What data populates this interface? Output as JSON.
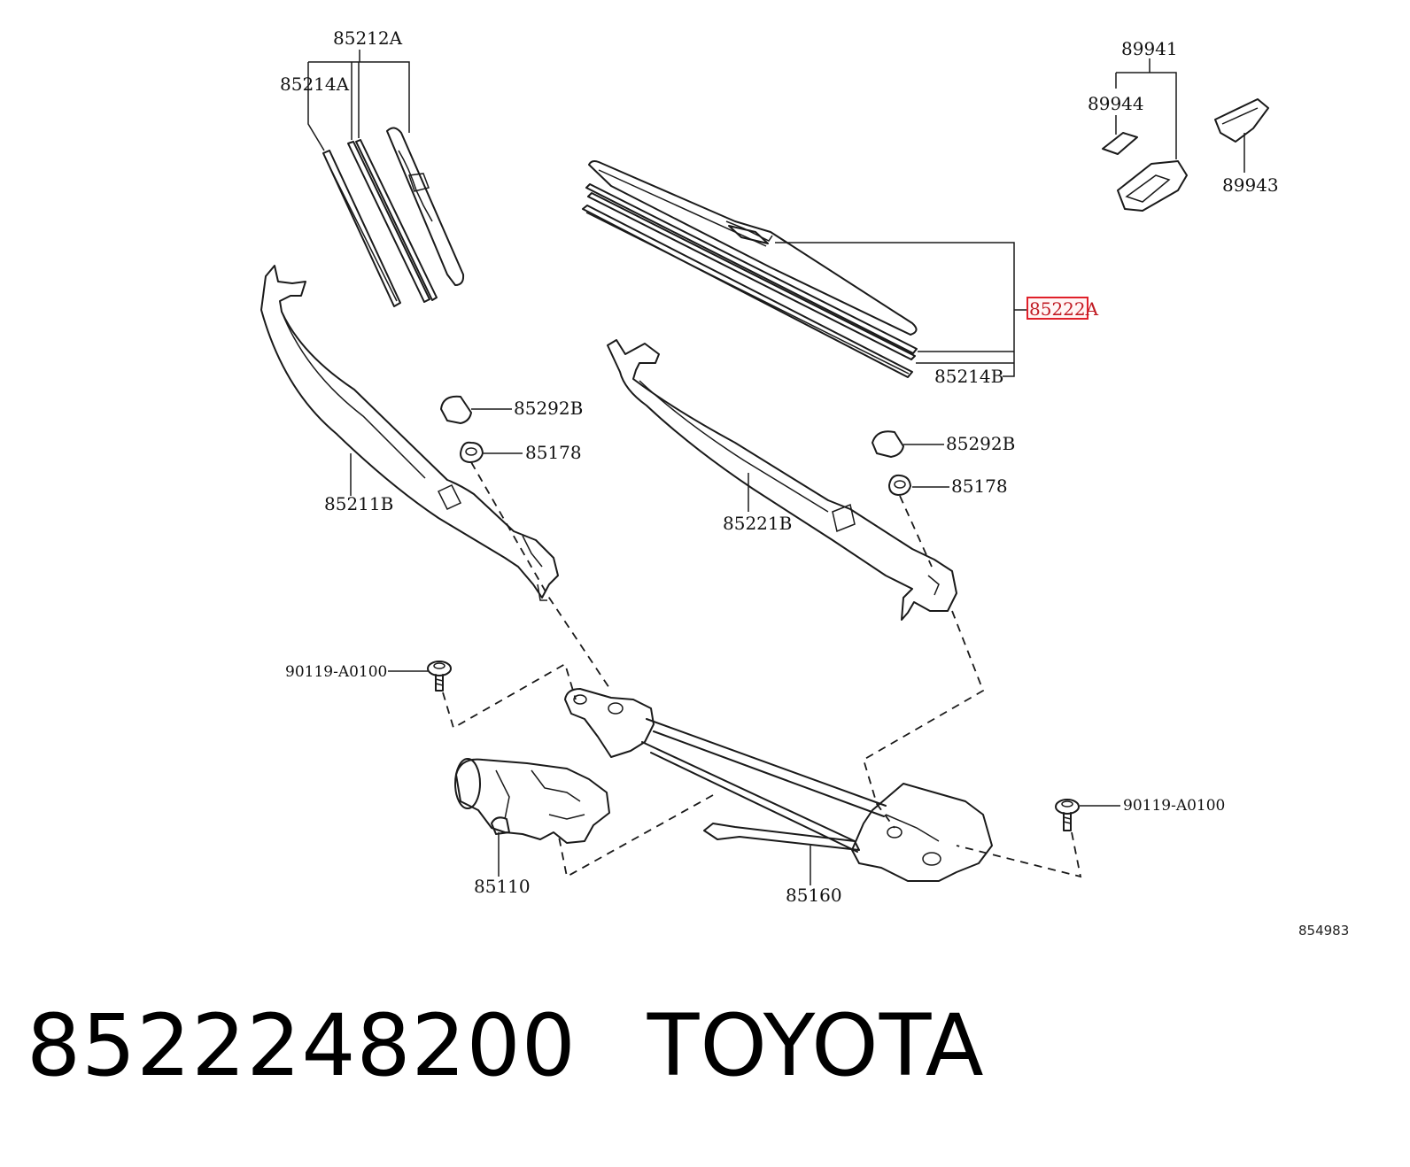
{
  "diagram": {
    "id": "854983",
    "callouts": {
      "c85212A": "85212A",
      "c85214A": "85214A",
      "c85222A": "85222A",
      "c85214B": "85214B",
      "c85292B_l": "85292B",
      "c85178_l": "85178",
      "c85211B": "85211B",
      "c85221B": "85221B",
      "c85292B_r": "85292B",
      "c85178_r": "85178",
      "c90119_l": "90119-A0100",
      "c90119_r": "90119-A0100",
      "c85110": "85110",
      "c85160": "85160",
      "c89941": "89941",
      "c89944": "89944",
      "c89943": "89943"
    },
    "highlighted_part": "85222A"
  },
  "footer": {
    "part_number": "8522248200",
    "brand": "TOYOTA"
  }
}
